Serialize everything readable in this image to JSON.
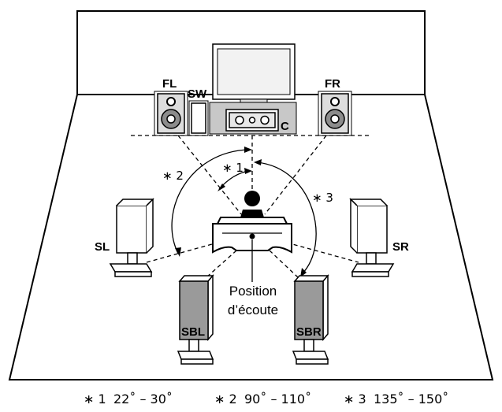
{
  "speakers": {
    "front_left": "FL",
    "subwoofer": "SW",
    "front_right": "FR",
    "center": "C",
    "surround_left": "SL",
    "surround_right": "SR",
    "surround_back_left": "SBL",
    "surround_back_right": "SBR"
  },
  "angle_markers": {
    "m1": "∗ 1",
    "m2": "∗ 2",
    "m3": "∗ 3"
  },
  "listening_position": {
    "line1": "Position",
    "line2": "d’écoute"
  },
  "legend": [
    {
      "mark": "∗ 1",
      "range": "22˚ – 30˚"
    },
    {
      "mark": "∗ 2",
      "range": "90˚ – 110˚"
    },
    {
      "mark": "∗ 3",
      "range": "135˚ – 150˚"
    }
  ],
  "colors": {
    "line": "#000000",
    "speaker_fill": "#ffffff",
    "speaker_dark": "#9a9a9a",
    "cone": "#8c8c8c",
    "tv_stand": "#c8c8c8"
  }
}
